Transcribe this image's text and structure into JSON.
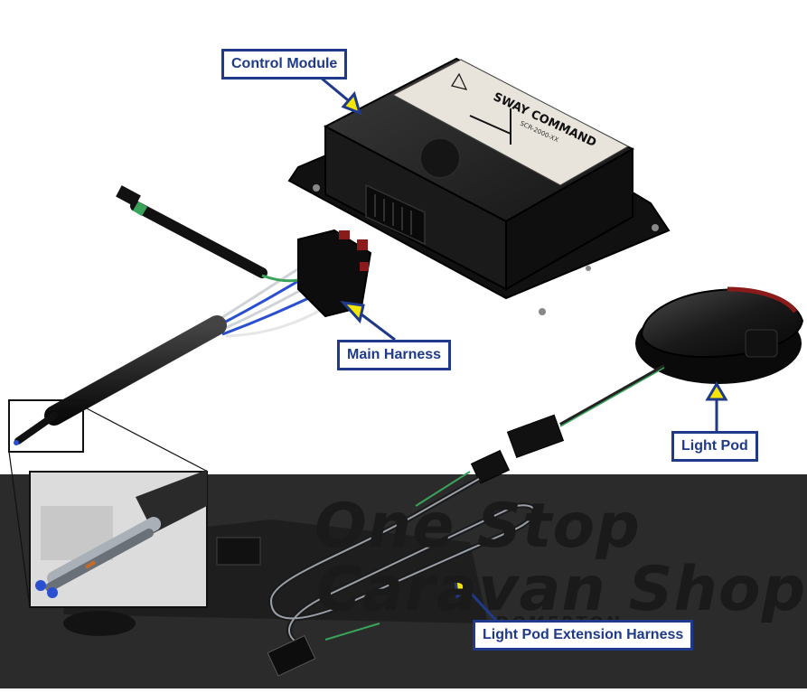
{
  "labels": {
    "control_module": "Control Module",
    "main_harness": "Main Harness",
    "light_pod": "Light Pod",
    "light_pod_extension_harness": "Light Pod Extension Harness"
  },
  "watermark": {
    "line1": "One Stop",
    "line2": "Caravan Shop",
    "line3": "DOMERTON"
  },
  "device_label": {
    "brand": "SWAY COMMAND",
    "part": "SCR-2000-XX"
  },
  "colors": {
    "callout_border": "#1f3a8a",
    "callout_text": "#1f3a8a",
    "arrow_fill": "#f5e600",
    "dark_band": "#2b2b2b",
    "device_body": "#1c1c1c"
  }
}
